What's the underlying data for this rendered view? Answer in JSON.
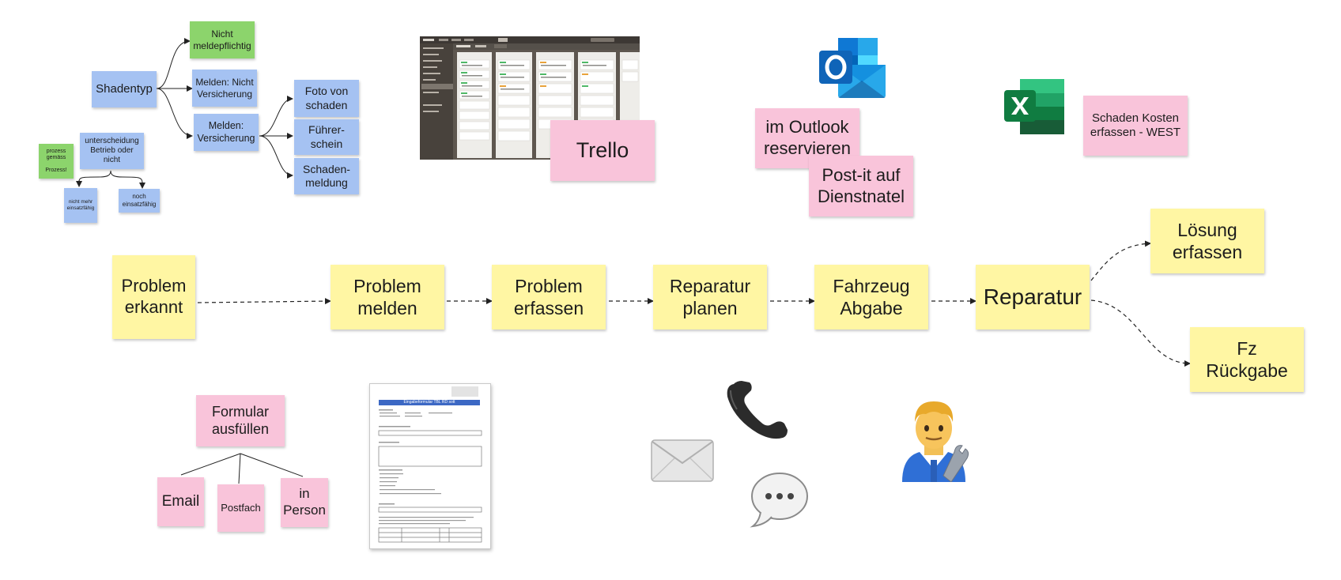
{
  "process": {
    "problem_erkannt": "Problem\nerkannt",
    "problem_melden": "Problem\nmelden",
    "problem_erfassen": "Problem\nerfassen",
    "reparatur_planen": "Reparatur\nplanen",
    "fahrzeug_abgabe": "Fahrzeug\nAbgabe",
    "reparatur": "Reparatur",
    "loesung_erfassen": "Lösung\nerfassen",
    "fz_rueckgabe": "Fz\nRückgabe"
  },
  "schadentyp": {
    "root": "Shadentyp",
    "nicht_meldepflichtig": "Nicht\nmeldepflichtig",
    "melden_nicht_versicherung": "Melden: Nicht\nVersicherung",
    "melden_versicherung": "Melden:\nVersicherung",
    "foto": "Foto von\nschaden",
    "fuehrerschein": "Führer-\nschein",
    "schadenmeldung": "Schaden-\nmeldung"
  },
  "unterscheidung": {
    "title": "unterscheidung\nBetrieb oder\nnicht",
    "prozess_note": "prozess\ngemäss\n\nProzess!",
    "nicht_mehr": "nicht mehr\neinsatzfähig",
    "noch": "noch\neinsatzfähig"
  },
  "tools": {
    "trello": "Trello",
    "outlook_reservieren": "im Outlook\nreservieren",
    "postit": "Post-it auf\nDienstnatel",
    "schaden_kosten": "Schaden Kosten\nerfassen - WEST"
  },
  "formular": {
    "title": "Formular\nausfüllen",
    "email": "Email",
    "postfach": "Postfach",
    "in_person": "in\nPerson",
    "form_heading": "Eingabeformular TBL RD sott"
  },
  "icons": {
    "outlook": "outlook-icon",
    "excel": "excel-icon",
    "trello_screenshot": "trello-screenshot",
    "form_document": "form-document",
    "phone": "phone-icon",
    "envelope": "envelope-icon",
    "speech_bubble": "speech-bubble-icon",
    "mechanic": "mechanic-icon"
  },
  "colors": {
    "yellow_note": "#fff6a3",
    "pink_note": "#f9c4da",
    "blue_note": "#a5c2f2",
    "green_note": "#8cd46c"
  }
}
